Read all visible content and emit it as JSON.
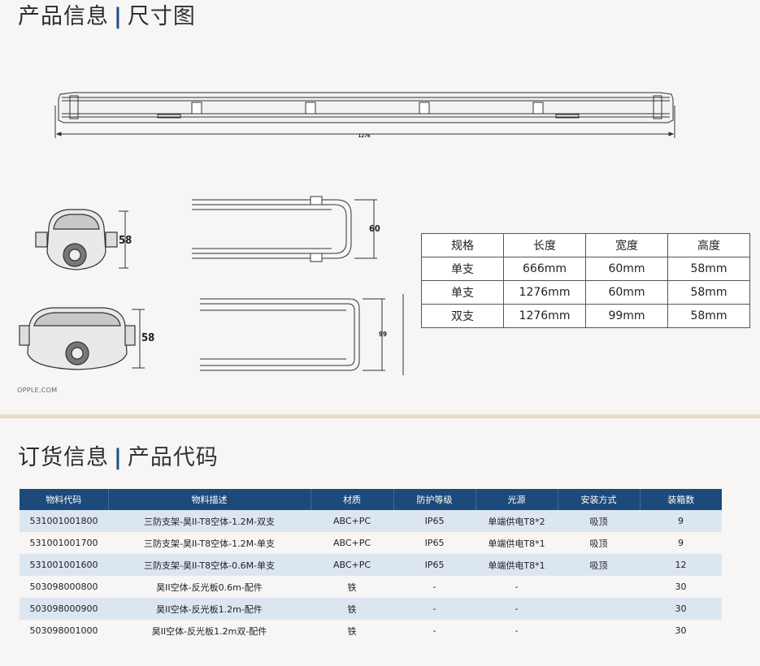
{
  "product_info": {
    "title_main": "产品信息",
    "title_bar": "|",
    "title_sub": "尺寸图"
  },
  "dimensions": {
    "length_label": "1276",
    "end_height_1": "58",
    "end_height_2": "58",
    "top_width_1": "60",
    "top_width_2": "99",
    "watermark": "OPPLE.COM"
  },
  "spec_table": {
    "header": [
      "规格",
      "长度",
      "宽度",
      "高度"
    ],
    "rows": [
      [
        "单支",
        "666mm",
        "60mm",
        "58mm"
      ],
      [
        "单支",
        "1276mm",
        "60mm",
        "58mm"
      ],
      [
        "双支",
        "1276mm",
        "99mm",
        "58mm"
      ]
    ]
  },
  "order_info": {
    "title_main": "订货信息",
    "title_bar": "|",
    "title_sub": "产品代码"
  },
  "order_table": {
    "header": [
      "物料代码",
      "物料描述",
      "材质",
      "防护等级",
      "光源",
      "安装方式",
      "装箱数"
    ],
    "rows": [
      [
        "531001001800",
        "三防支架-昊II-T8空体-1.2M-双支",
        "ABC+PC",
        "IP65",
        "单端供电T8*2",
        "吸顶",
        "9"
      ],
      [
        "531001001700",
        "三防支架-昊II-T8空体-1.2M-单支",
        "ABC+PC",
        "IP65",
        "单端供电T8*1",
        "吸顶",
        "9"
      ],
      [
        "531001001600",
        "三防支架-昊II-T8空体-0.6M-单支",
        "ABC+PC",
        "IP65",
        "单端供电T8*1",
        "吸顶",
        "12"
      ],
      [
        "503098000800",
        "昊II空体-反光板0.6m-配件",
        "铁",
        "-",
        "-",
        "",
        "30"
      ],
      [
        "503098000900",
        "昊II空体-反光板1.2m-配件",
        "铁",
        "-",
        "-",
        "",
        "30"
      ],
      [
        "503098001000",
        "昊II空体-反光板1.2m双-配件",
        "铁",
        "-",
        "-",
        "",
        "30"
      ]
    ]
  }
}
